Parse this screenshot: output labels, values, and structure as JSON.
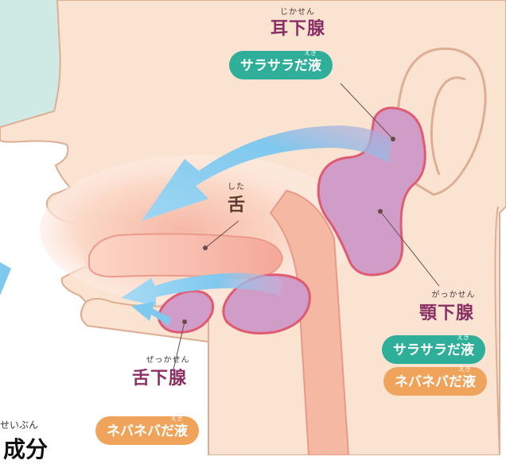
{
  "labels": {
    "parotid": {
      "ruby": "じかせん",
      "name": "耳下腺"
    },
    "tongue": {
      "ruby": "した",
      "name": "舌"
    },
    "submandibular": {
      "ruby": "がっかせん",
      "name": "顎下腺"
    },
    "sublingual": {
      "ruby": "ぜっかせん",
      "name": "舌下腺"
    }
  },
  "saliva": {
    "parotid": [
      {
        "text": "サラサラだ液",
        "ruby": "えき",
        "kind": "serous",
        "color": "#2fae9a"
      }
    ],
    "submandibular": [
      {
        "text": "サラサラだ液",
        "ruby": "えき",
        "kind": "serous",
        "color": "#2fae9a"
      },
      {
        "text": "ネバネバだ液",
        "ruby": "えき",
        "kind": "mucous",
        "color": "#f0a35a"
      }
    ],
    "sublingual": [
      {
        "text": "ネバネバだ液",
        "ruby": "えき",
        "kind": "mucous",
        "color": "#f0a35a"
      }
    ]
  },
  "footer": {
    "ruby": "せいぶん",
    "text": "成分"
  },
  "colors": {
    "gland": "#cf9dc8",
    "gland_outline": "#e05a72",
    "skin": "#fbe3d2",
    "skin_outline": "#dcaf95",
    "tissue": "#f6bfa9",
    "arrow": "#7fc8ee",
    "label_purple": "#8a2f63",
    "background_panel": "#cfeae5"
  }
}
